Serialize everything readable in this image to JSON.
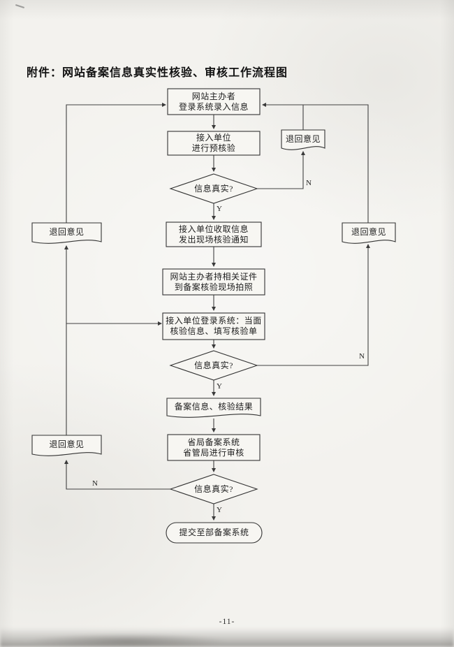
{
  "page": {
    "title": "附件：网站备案信息真实性核验、审核工作流程图",
    "page_number": "-11-"
  },
  "nodes": {
    "start": {
      "line1": "网站主办者",
      "line2": "登录系统录入信息"
    },
    "precheck": {
      "line1": "接入单位",
      "line2": "进行预核验"
    },
    "decision1": "信息真实?",
    "return1": "退回意见",
    "collect": {
      "line1": "接入单位收取信息",
      "line2": "发出现场核验通知"
    },
    "return2": "退回意见",
    "return3": "退回意见",
    "photo": {
      "line1": "网站主办者持相关证件",
      "line2": "到备案核验现场拍照"
    },
    "verify": {
      "line1": "接入单位登录系统：当面",
      "line2": "核验信息、填写核验单"
    },
    "decision2": "信息真实?",
    "result": "备案信息、核验结果",
    "province": {
      "line1": "省局备案系统",
      "line2": "省管局进行审核"
    },
    "return4": "退回意见",
    "decision3": "信息真实?",
    "end": "提交至部备案系统"
  },
  "labels": {
    "yes": "Y",
    "no": "N"
  },
  "colors": {
    "ink": "#1b1b1b",
    "line": "#414141",
    "paper": "#f3f2ee"
  }
}
